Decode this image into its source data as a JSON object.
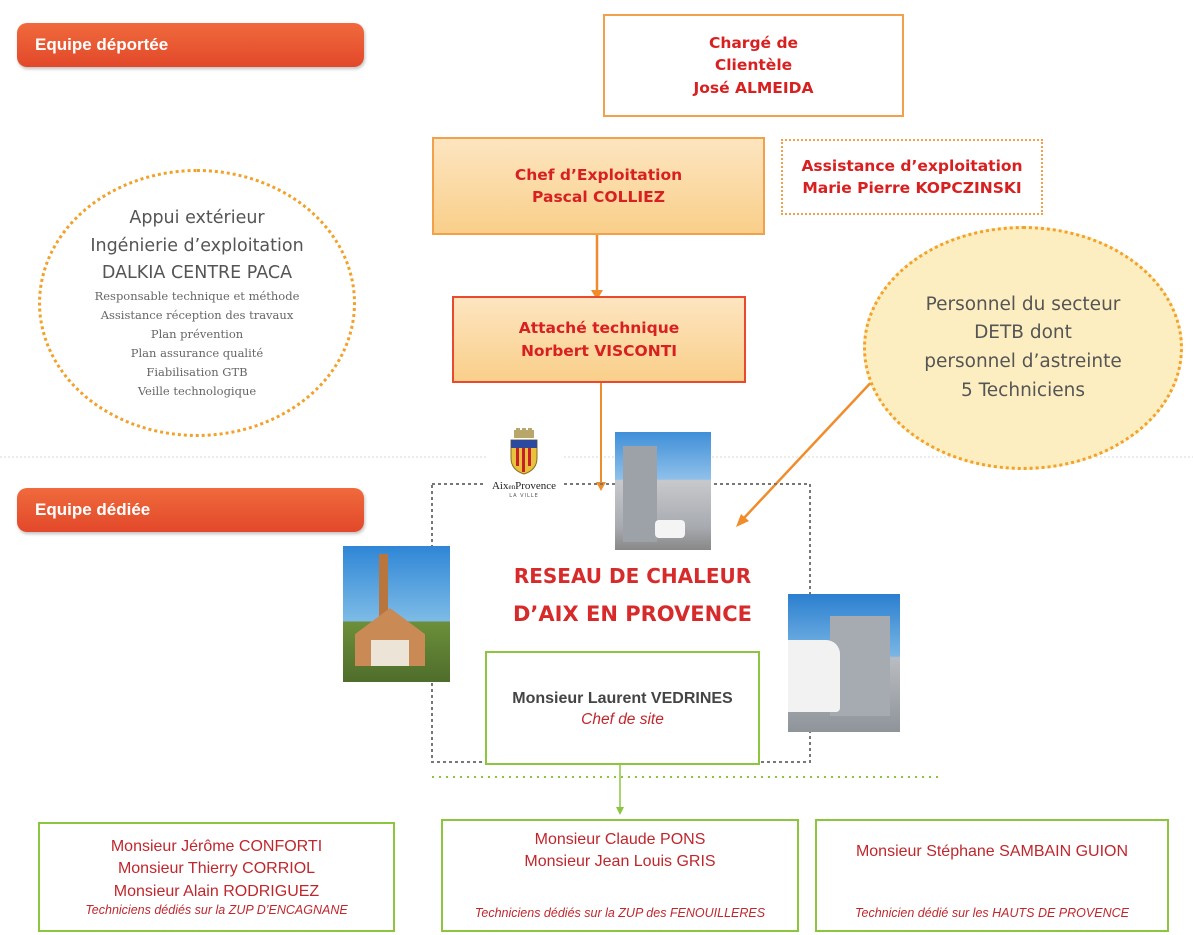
{
  "sections": {
    "deported": "Equipe déportée",
    "dedicated": "Equipe dédiée"
  },
  "client_manager": [
    "Chargé de",
    "Clientèle",
    "José ALMEIDA"
  ],
  "chief_operations": [
    "Chef d’Exploitation",
    "Pascal COLLIEZ"
  ],
  "operations_assistant": [
    "Assistance d’exploitation",
    "Marie Pierre KOPCZINSKI"
  ],
  "technical_attache": [
    "Attaché technique",
    "Norbert VISCONTI"
  ],
  "external_support": {
    "lines": [
      "Appui extérieur",
      "Ingénierie d’exploitation",
      "DALKIA CENTRE PACA"
    ],
    "details": [
      "Responsable technique et méthode",
      "Assistance réception des travaux",
      "Plan prévention",
      "Plan assurance qualité",
      "Fiabilisation GTB",
      "Veille technologique"
    ]
  },
  "sector_staff": [
    "Personnel du secteur",
    "DETB dont",
    "personnel d’astreinte",
    "5 Techniciens"
  ],
  "network_title": [
    "RESEAU DE CHALEUR",
    "D’AIX EN PROVENCE"
  ],
  "logo": {
    "city": "Aix",
    "en": "en",
    "provence": "Provence",
    "tagline": "LA VILLE"
  },
  "site_manager": {
    "name": "Monsieur Laurent VEDRINES",
    "role": "Chef de site"
  },
  "teams": [
    {
      "names": [
        "Monsieur Jérôme CONFORTI",
        "Monsieur Thierry CORRIOL",
        "Monsieur Alain RODRIGUEZ"
      ],
      "role": "Techniciens dédiés sur la ZUP D’ENCAGNANE"
    },
    {
      "names": [
        "Monsieur Claude PONS",
        "Monsieur Jean Louis GRIS"
      ],
      "role": "Techniciens dédiés sur la ZUP des FENOUILLERES"
    },
    {
      "names": [
        "Monsieur Stéphane SAMBAIN GUION"
      ],
      "role": "Technicien dédié sur les HAUTS DE PROVENCE"
    }
  ],
  "colors": {
    "orange": "#f2a04a",
    "red_text": "#d92020",
    "green": "#8cc63f",
    "pill": "#e8542f"
  }
}
